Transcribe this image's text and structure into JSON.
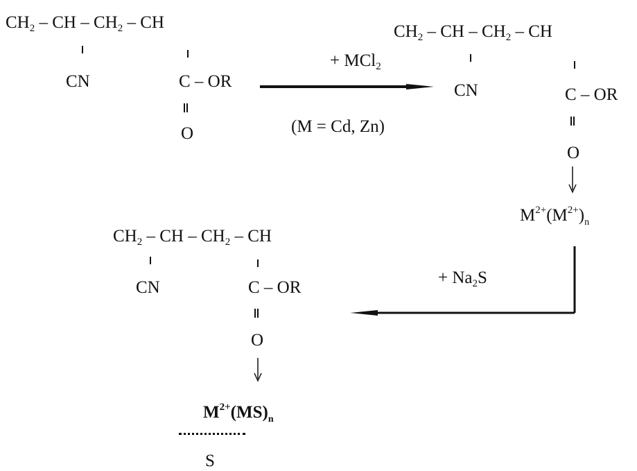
{
  "species": {
    "reactant": {
      "chain": [
        "CH",
        "2",
        " – CH – CH",
        "2",
        " – CH"
      ],
      "side_left": "CN",
      "side_right": "C – OR",
      "carbonyl_o": "O"
    },
    "complex": {
      "chain": [
        "CH",
        "2",
        " – CH – CH",
        "2",
        " – CH"
      ],
      "side_left": "CN",
      "side_right": "C – OR",
      "carbonyl_o": "O",
      "metal": "M",
      "metal_charge": "2+",
      "bracket_open": "(M",
      "bracket_charge": "2+",
      "bracket_close": ")",
      "subscript_n": "n"
    },
    "product": {
      "chain": [
        "CH",
        "2",
        " – CH – CH",
        "2",
        " – CH"
      ],
      "side_left": "CN",
      "side_right": "C – OR",
      "carbonyl_o": "O",
      "metal": "M",
      "metal_charge": "2+",
      "bracket": "(MS)",
      "subscript_n": "n",
      "sulfur": "S"
    }
  },
  "reagents": {
    "step1": {
      "reagent_prefix": "+ MCl",
      "reagent_sub": "2",
      "condition": "(M = Cd, Zn)"
    },
    "step2": {
      "reagent_prefix": "+ Na",
      "reagent_sub": "2",
      "reagent_suffix": "S"
    }
  }
}
